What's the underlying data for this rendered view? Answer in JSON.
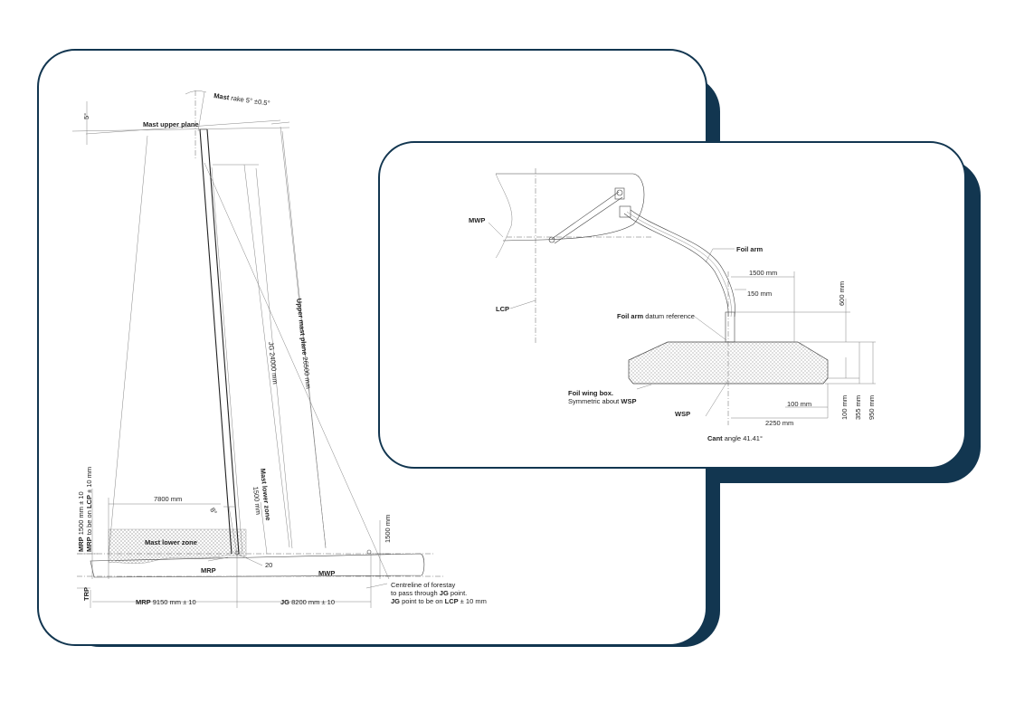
{
  "colors": {
    "frame": "#123650",
    "background": "#ffffff",
    "line": "#444444"
  },
  "left_drawing": {
    "mast_rake_bold": "Mast",
    "mast_rake_rest": " rake 5° ±0.5°",
    "five_deg_top": "5°",
    "mast_upper_plane": "Mast upper plane",
    "upper_mast_plane_bold": "Upper mast plane",
    "upper_mast_plane_rest": " 26500 mm",
    "jg_height": "JG 24000 mm",
    "mast_lower_zone_vertical": "Mast lower zone",
    "mast_lower_zone_vertical_value": "1500 mm",
    "dim_7800": "7800 mm",
    "eight_deg": "8°",
    "mast_lower_zone": "Mast lower zone",
    "mrp_label": "MRP",
    "dim_20": "20",
    "mwp_label": "MWP",
    "dim_1500": "1500 mm",
    "trp_label": "TRP",
    "mrp_dim_bold": "MRP",
    "mrp_dim_rest": " 9150 mm ± 10",
    "jg_dim_bold": "JG",
    "jg_dim_rest": " 8200 mm ± 10",
    "forestay_line1": "Centreline of forestay",
    "forestay_line2_pre": "to pass through ",
    "forestay_line2_bold": "JG",
    "forestay_line2_post": " point.",
    "forestay_line3_bold": "JG",
    "forestay_line3_mid": " point to be on ",
    "forestay_line3_bold2": "LCP",
    "forestay_line3_post": " ± 10 mm",
    "vert_note1_bold": "MRP",
    "vert_note1_rest": " 1500 mm ± 10",
    "vert_note2_bold": "MRP",
    "vert_note2_mid": " to be on ",
    "vert_note2_bold2": "LCP",
    "vert_note2_rest": " ± 10 mm"
  },
  "right_drawing": {
    "mwp_label": "MWP",
    "foil_arm": "Foil arm",
    "dim_1500": "1500 mm",
    "dim_150": "150 mm",
    "dim_600": "600 mm",
    "lcp_label": "LCP",
    "datum_bold": "Foil arm",
    "datum_rest": " datum reference",
    "wing_box_bold": "Foil wing box.",
    "wing_box_line2_pre": "Symmetric about ",
    "wing_box_line2_bold": "WSP",
    "wsp_label": "WSP",
    "dim_100_h": "100 mm",
    "dim_100_v": "100 mm",
    "dim_355": "355 mm",
    "dim_950": "950 mm",
    "dim_2250": "2250 mm",
    "cant_bold": "Cant",
    "cant_rest": " angle 41.41°"
  }
}
